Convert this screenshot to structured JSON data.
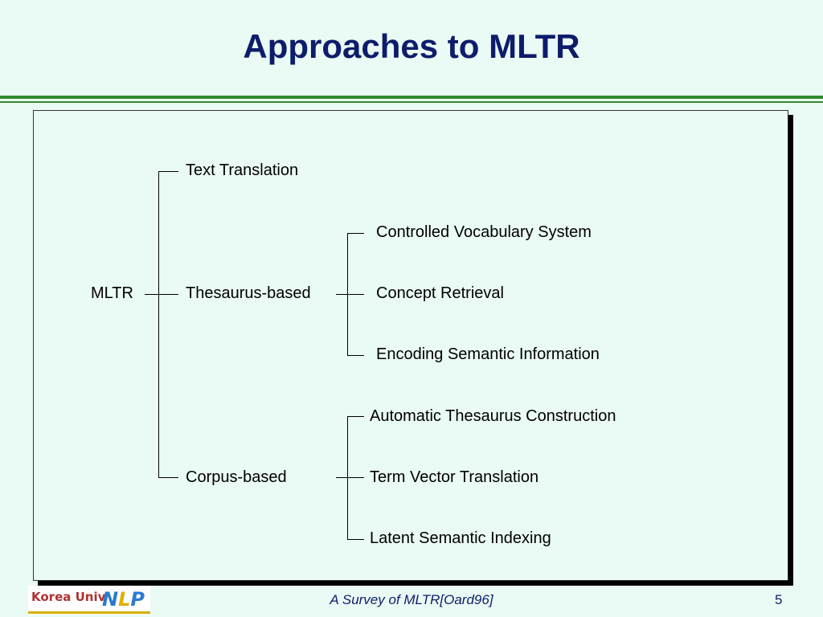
{
  "slide": {
    "title": "Approaches to MLTR"
  },
  "tree": {
    "root": "MLTR",
    "branches": {
      "text_translation": "Text Translation",
      "thesaurus_based": "Thesaurus-based",
      "corpus_based": "Corpus-based"
    },
    "thesaurus_children": [
      "Controlled Vocabulary System",
      "Concept Retrieval",
      "Encoding Semantic Information"
    ],
    "corpus_children": [
      "Automatic Thesaurus Construction",
      "Term Vector Translation",
      "Latent Semantic Indexing"
    ]
  },
  "footer": {
    "logo_text_left": "Korea Univ",
    "logo_letters": [
      "N",
      "L",
      "P"
    ],
    "citation": "A Survey of MLTR[Oard96]",
    "page_number": "5"
  }
}
